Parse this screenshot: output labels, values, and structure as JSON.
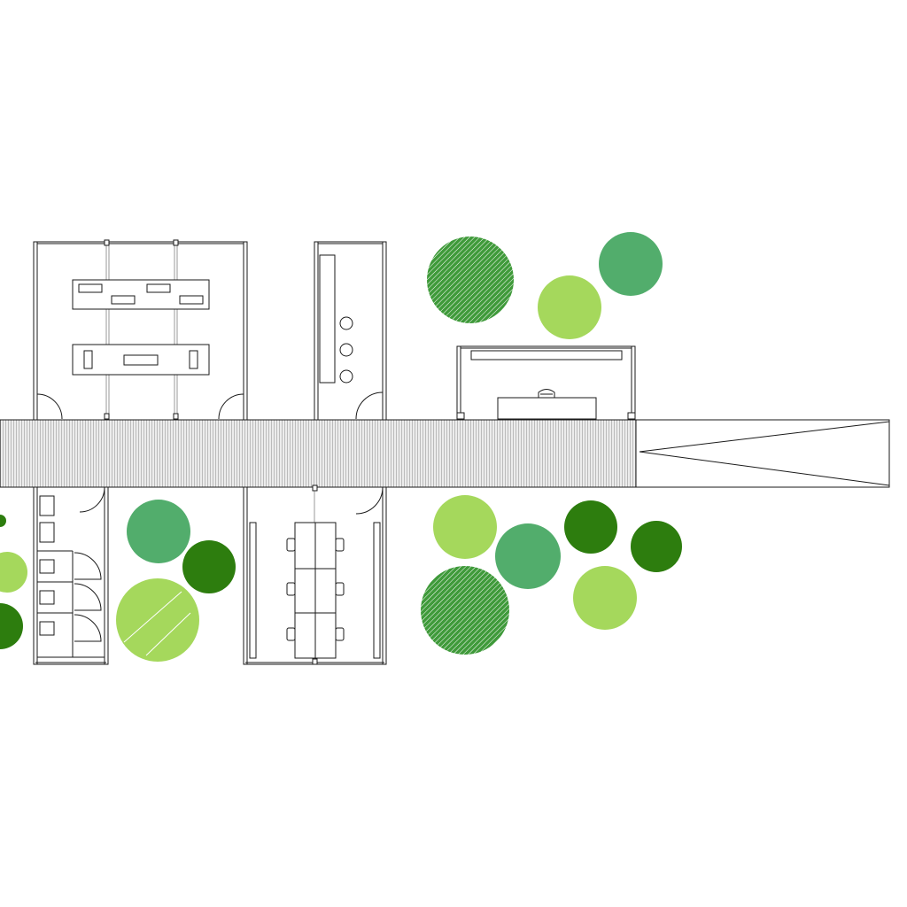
{
  "colors": {
    "background": "#ffffff",
    "line": "#1a1a1a",
    "walkway_fill": "#e6e6e6",
    "tree_dark_hatched": "#3f9a3a",
    "tree_dark": "#2d7d0e",
    "tree_medium": "#52ad6c",
    "tree_light": "#a5d85c"
  },
  "elements": {
    "walkway": "covered-walkway",
    "ramp": "entrance-ramp",
    "modules": [
      "meeting-room-module",
      "storage-module",
      "reception-module",
      "restroom-module",
      "workspace-module"
    ],
    "trees": [
      "tree-canopy-dark-hatched",
      "tree-canopy-medium",
      "tree-canopy-light",
      "tree-canopy-dark"
    ]
  }
}
